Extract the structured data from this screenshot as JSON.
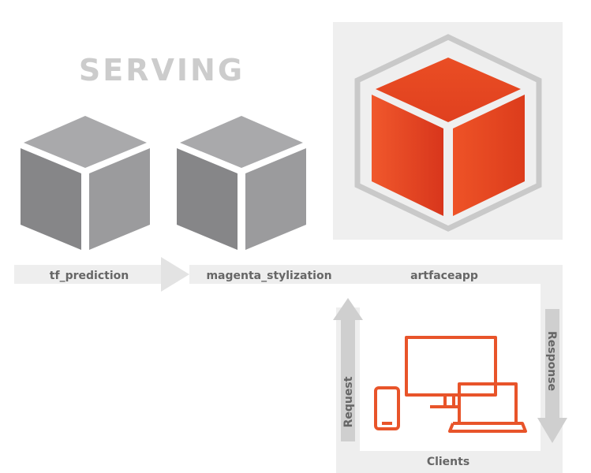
{
  "heading": "SERVING",
  "services": [
    {
      "label": "tf_prediction"
    },
    {
      "label": "magenta_stylization"
    },
    {
      "label": "artfaceapp",
      "highlighted": true
    }
  ],
  "flow": {
    "request_label": "Request",
    "response_label": "Response",
    "clients_label": "Clients"
  },
  "icons": {
    "gray_cube": "cube-icon",
    "highlighted_cube": "cube-icon",
    "clients": "devices-icon"
  },
  "colors": {
    "cube_gray_top": "#a9a9ab",
    "cube_gray_left": "#868688",
    "cube_gray_right": "#9b9b9d",
    "cube_orange_top": "#e94a22",
    "cube_orange_left": "#dd3a20",
    "cube_orange_right": "#e5431f",
    "device_orange": "#e8542a",
    "band_gray": "#eeeeee",
    "label_gray": "#666666",
    "heading_gray": "#cccccc"
  }
}
